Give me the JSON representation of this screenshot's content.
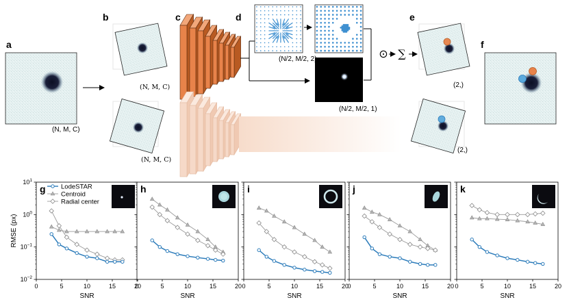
{
  "panel_labels": {
    "a": "a",
    "b": "b",
    "c": "c",
    "d": "d",
    "e": "e",
    "f": "f",
    "g": "g",
    "h": "h",
    "i": "i",
    "j": "j",
    "k": "k"
  },
  "diagram": {
    "shape_a": "(N, M, C)",
    "shape_b_top": "(N, M, C)",
    "shape_b_bottom": "(N, M, C)",
    "shape_d_vector": "(N/2, M/2, 2)",
    "shape_d_weight": "(N/2, M/2, 1)",
    "shape_e_top": "(2,)",
    "shape_e_bottom": "(2,)",
    "odot": "⊙",
    "sum": "∑",
    "colors": {
      "network": "#e8834a",
      "network_dark": "#b85a22",
      "network_faded": "#f6d9c8",
      "orange_marker": "#e8834a",
      "blue_marker": "#5aa9dc",
      "field_blue": "#3d8fd0",
      "particle_bg": "#e6f1f1"
    }
  },
  "chart_data": [
    {
      "type": "line",
      "panel": "g",
      "xlabel": "SNR",
      "ylabel": "RMSE (px)",
      "xlim": [
        0,
        20
      ],
      "ylim": [
        0.01,
        10
      ],
      "yscale": "log",
      "xticks": [
        0,
        5,
        10,
        15,
        20
      ],
      "yticks": [
        {
          "v": 0.01,
          "base": "10",
          "exp": "−2"
        },
        {
          "v": 0.1,
          "base": "10",
          "exp": "−1"
        },
        {
          "v": 1,
          "base": "10",
          "exp": "0"
        },
        {
          "v": 10,
          "base": "10",
          "exp": "1"
        }
      ],
      "inset": "dot",
      "legend": {
        "placement": "top-left",
        "entries": [
          "LodeSTAR",
          "Centroid",
          "Radial center"
        ]
      },
      "x": [
        3,
        4.5,
        6,
        8,
        10,
        12,
        14,
        15.5,
        17
      ],
      "series": [
        {
          "name": "LodeSTAR",
          "values": [
            0.25,
            0.12,
            0.09,
            0.065,
            0.05,
            0.045,
            0.035,
            0.035,
            0.035
          ]
        },
        {
          "name": "Centroid",
          "values": [
            0.42,
            0.33,
            0.3,
            0.3,
            0.3,
            0.3,
            0.3,
            0.3,
            0.3
          ]
        },
        {
          "name": "Radial center",
          "values": [
            1.3,
            0.45,
            0.2,
            0.12,
            0.08,
            0.06,
            0.045,
            0.04,
            0.04
          ]
        }
      ]
    },
    {
      "type": "line",
      "panel": "h",
      "xlabel": "SNR",
      "xlim": [
        0,
        20
      ],
      "ylim": [
        0.01,
        10
      ],
      "yscale": "log",
      "xticks": [
        0,
        5,
        10,
        15,
        20
      ],
      "inset": "disk",
      "x": [
        3,
        4.5,
        6,
        8,
        10,
        12,
        14,
        15.5,
        17
      ],
      "series": [
        {
          "name": "LodeSTAR",
          "values": [
            0.16,
            0.1,
            0.075,
            0.06,
            0.052,
            0.047,
            0.043,
            0.04,
            0.038
          ]
        },
        {
          "name": "Centroid",
          "values": [
            3.0,
            2.0,
            1.4,
            0.8,
            0.48,
            0.3,
            0.17,
            0.1,
            0.07
          ]
        },
        {
          "name": "Radial center",
          "values": [
            1.7,
            1.0,
            0.65,
            0.4,
            0.25,
            0.16,
            0.11,
            0.08,
            0.06
          ]
        }
      ]
    },
    {
      "type": "line",
      "panel": "i",
      "xlabel": "SNR",
      "xlim": [
        0,
        20
      ],
      "ylim": [
        0.01,
        10
      ],
      "yscale": "log",
      "xticks": [
        0,
        5,
        10,
        15,
        20
      ],
      "inset": "ring",
      "x": [
        3,
        4.5,
        6,
        8,
        10,
        12,
        14,
        15.5,
        17
      ],
      "series": [
        {
          "name": "LodeSTAR",
          "values": [
            0.08,
            0.05,
            0.037,
            0.028,
            0.023,
            0.02,
            0.018,
            0.017,
            0.016
          ]
        },
        {
          "name": "Centroid",
          "values": [
            1.6,
            1.3,
            0.9,
            0.6,
            0.4,
            0.25,
            0.16,
            0.1,
            0.07
          ]
        },
        {
          "name": "Radial center",
          "values": [
            0.55,
            0.3,
            0.17,
            0.1,
            0.07,
            0.05,
            0.035,
            0.028,
            0.022
          ]
        }
      ]
    },
    {
      "type": "line",
      "panel": "j",
      "xlabel": "SNR",
      "xlim": [
        0,
        20
      ],
      "ylim": [
        0.01,
        10
      ],
      "yscale": "log",
      "xticks": [
        0,
        5,
        10,
        15,
        20
      ],
      "inset": "ellipse",
      "x": [
        3,
        4.5,
        6,
        8,
        10,
        12,
        14,
        15.5,
        17
      ],
      "series": [
        {
          "name": "LodeSTAR",
          "values": [
            0.2,
            0.09,
            0.06,
            0.05,
            0.045,
            0.035,
            0.03,
            0.028,
            0.028
          ]
        },
        {
          "name": "Centroid",
          "values": [
            1.6,
            1.2,
            1.0,
            0.7,
            0.45,
            0.3,
            0.17,
            0.11,
            0.08
          ]
        },
        {
          "name": "Radial center",
          "values": [
            0.9,
            0.6,
            0.4,
            0.25,
            0.17,
            0.12,
            0.1,
            0.09,
            0.08
          ]
        }
      ]
    },
    {
      "type": "line",
      "panel": "k",
      "xlabel": "SNR",
      "xlim": [
        0,
        20
      ],
      "ylim": [
        0.01,
        10
      ],
      "yscale": "log",
      "xticks": [
        0,
        5,
        10,
        15,
        20
      ],
      "inset": "crescent",
      "x": [
        3,
        4.5,
        6,
        8,
        10,
        12,
        14,
        15.5,
        17
      ],
      "series": [
        {
          "name": "LodeSTAR",
          "values": [
            0.17,
            0.1,
            0.07,
            0.055,
            0.045,
            0.04,
            0.035,
            0.032,
            0.03
          ]
        },
        {
          "name": "Centroid",
          "values": [
            0.8,
            0.75,
            0.75,
            0.72,
            0.7,
            0.65,
            0.6,
            0.55,
            0.5
          ]
        },
        {
          "name": "Radial center",
          "values": [
            1.9,
            1.4,
            1.15,
            1.0,
            1.0,
            1.0,
            1.0,
            1.05,
            1.1
          ]
        }
      ]
    }
  ],
  "series_style": {
    "LodeSTAR": {
      "color": "#2b7bba",
      "marker": "circle"
    },
    "Centroid": {
      "color": "#9a9a9a",
      "marker": "triangle"
    },
    "Radial center": {
      "color": "#9a9a9a",
      "marker": "diamond"
    }
  }
}
